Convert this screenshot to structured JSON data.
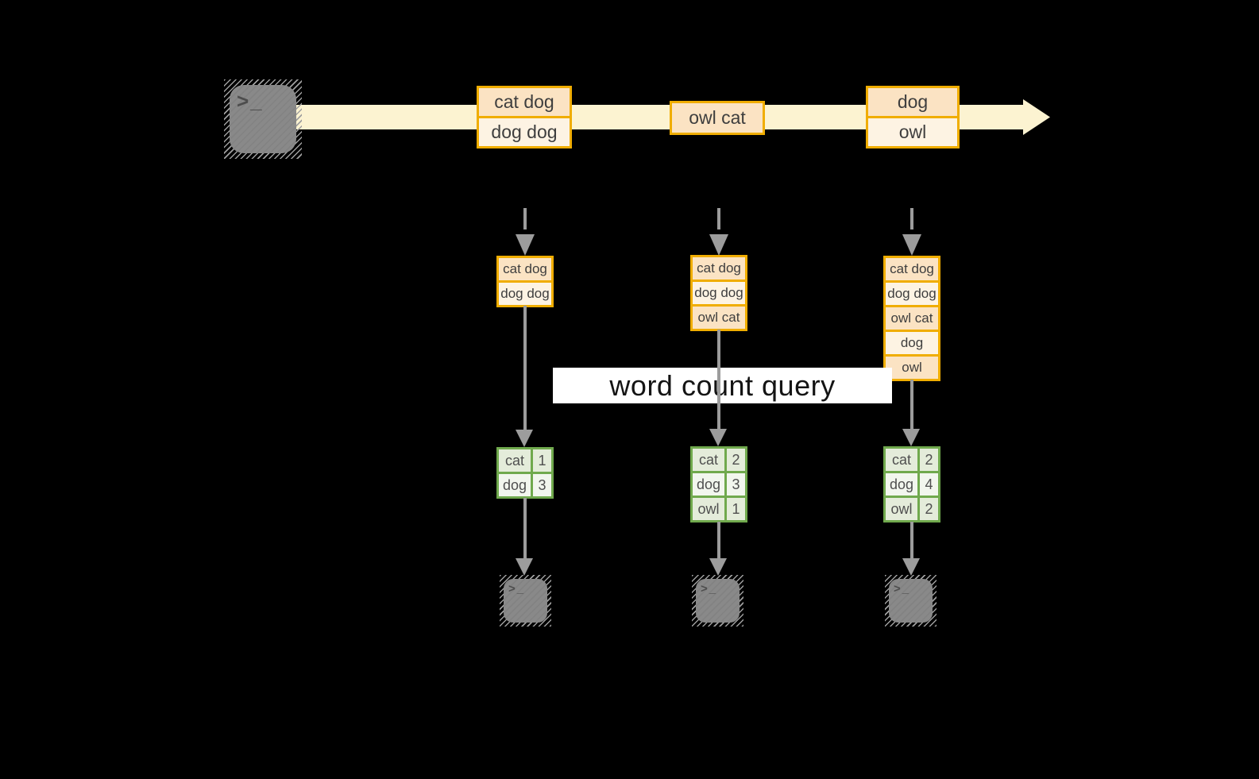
{
  "banner": {
    "label": "word count query"
  },
  "terminal": {
    "glyph": ">_"
  },
  "colors": {
    "background": "#000000",
    "stream_fill": "#fcf3d1",
    "event_border": "#f0ad00",
    "event_fill_dark": "#fbe3c3",
    "event_fill_light": "#fdf3e3",
    "table_border": "#70a94d",
    "table_fill_dark": "#e4ecda",
    "table_fill_light": "#f2f6ee",
    "arrow_gray": "#9c9c9c",
    "terminal_gray": "#898989"
  },
  "stream": {
    "batches": [
      {
        "items": [
          "cat dog",
          "dog dog"
        ]
      },
      {
        "items": [
          "owl cat"
        ]
      },
      {
        "items": [
          "dog",
          "owl"
        ]
      }
    ]
  },
  "columns": [
    {
      "stack": [
        "cat dog",
        "dog dog"
      ],
      "table": [
        {
          "word": "cat",
          "count": "1"
        },
        {
          "word": "dog",
          "count": "3"
        }
      ]
    },
    {
      "stack": [
        "cat dog",
        "dog dog",
        "owl cat"
      ],
      "table": [
        {
          "word": "cat",
          "count": "2"
        },
        {
          "word": "dog",
          "count": "3"
        },
        {
          "word": "owl",
          "count": "1"
        }
      ]
    },
    {
      "stack": [
        "cat dog",
        "dog dog",
        "owl cat",
        "dog",
        "owl"
      ],
      "table": [
        {
          "word": "cat",
          "count": "2"
        },
        {
          "word": "dog",
          "count": "4"
        },
        {
          "word": "owl",
          "count": "2"
        }
      ]
    }
  ]
}
